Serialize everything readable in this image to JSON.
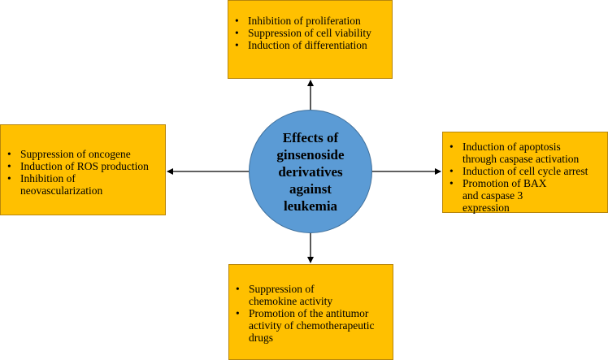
{
  "center": {
    "title": "Effects of ginsenoside derivatives against leukemia",
    "fill_color": "#5B9BD5"
  },
  "box_color": "#FFC000",
  "boxes": {
    "top": {
      "items": [
        "Inhibition of proliferation",
        "Suppression of cell viability",
        "Induction of differentiation"
      ]
    },
    "left": {
      "items": [
        "Suppression of oncogene",
        "Induction of ROS production",
        "Inhibition of neovascularization"
      ]
    },
    "right": {
      "items": [
        "Induction of apoptosis through caspase activation",
        "Induction of  cell cycle arrest",
        "Promotion of BAX and caspase 3 expression"
      ]
    },
    "bottom": {
      "items": [
        "Suppression of chemokine activity",
        "Promotion of the antitumor activity of chemotherapeutic drugs"
      ]
    }
  }
}
